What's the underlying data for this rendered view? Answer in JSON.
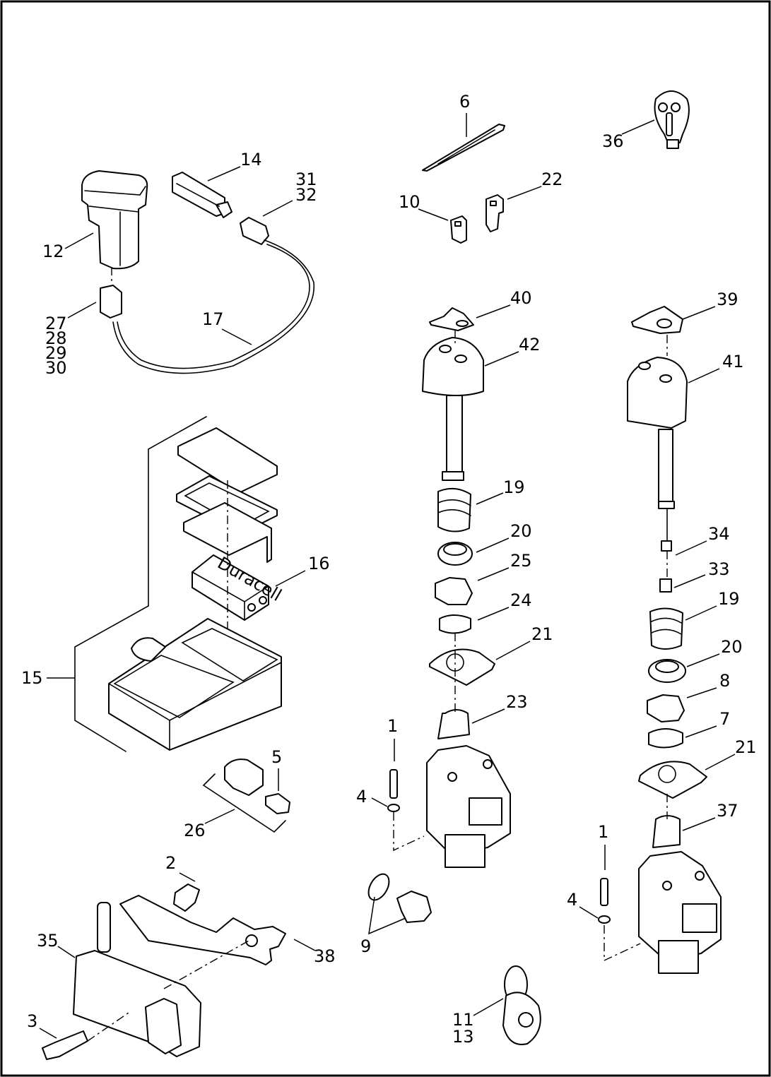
{
  "diagram": {
    "callouts": [
      {
        "id": "c1a",
        "text": "1"
      },
      {
        "id": "c1b",
        "text": "1"
      },
      {
        "id": "c2",
        "text": "2"
      },
      {
        "id": "c3",
        "text": "3"
      },
      {
        "id": "c4a",
        "text": "4"
      },
      {
        "id": "c4b",
        "text": "4"
      },
      {
        "id": "c5",
        "text": "5"
      },
      {
        "id": "c6",
        "text": "6"
      },
      {
        "id": "c7",
        "text": "7"
      },
      {
        "id": "c8",
        "text": "8"
      },
      {
        "id": "c9",
        "text": "9"
      },
      {
        "id": "c10",
        "text": "10"
      },
      {
        "id": "c11",
        "text": "11"
      },
      {
        "id": "c13",
        "text": "13"
      },
      {
        "id": "c12",
        "text": "12"
      },
      {
        "id": "c14",
        "text": "14"
      },
      {
        "id": "c15",
        "text": "15"
      },
      {
        "id": "c16",
        "text": "16"
      },
      {
        "id": "c17",
        "text": "17"
      },
      {
        "id": "c19a",
        "text": "19"
      },
      {
        "id": "c19b",
        "text": "19"
      },
      {
        "id": "c20a",
        "text": "20"
      },
      {
        "id": "c20b",
        "text": "20"
      },
      {
        "id": "c21a",
        "text": "21"
      },
      {
        "id": "c21b",
        "text": "21"
      },
      {
        "id": "c22",
        "text": "22"
      },
      {
        "id": "c23",
        "text": "23"
      },
      {
        "id": "c24",
        "text": "24"
      },
      {
        "id": "c25",
        "text": "25"
      },
      {
        "id": "c26",
        "text": "26"
      },
      {
        "id": "c27",
        "text": "27"
      },
      {
        "id": "c28",
        "text": "28"
      },
      {
        "id": "c29",
        "text": "29"
      },
      {
        "id": "c30",
        "text": "30"
      },
      {
        "id": "c31",
        "text": "31"
      },
      {
        "id": "c32",
        "text": "32"
      },
      {
        "id": "c33",
        "text": "33"
      },
      {
        "id": "c34",
        "text": "34"
      },
      {
        "id": "c35",
        "text": "35"
      },
      {
        "id": "c36",
        "text": "36"
      },
      {
        "id": "c37",
        "text": "37"
      },
      {
        "id": "c38",
        "text": "38"
      },
      {
        "id": "c39",
        "text": "39"
      },
      {
        "id": "c40",
        "text": "40"
      },
      {
        "id": "c41",
        "text": "41"
      },
      {
        "id": "c42",
        "text": "42"
      }
    ],
    "battery_label": "Duracell"
  }
}
